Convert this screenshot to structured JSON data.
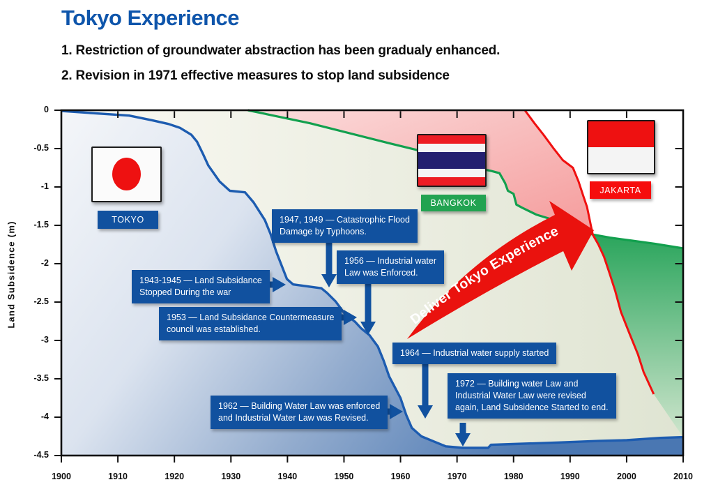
{
  "header": {
    "title": "Tokyo Experience",
    "point1": "1. Restriction of groundwater abstraction has been gradualy enhanced.",
    "point2": "2. Revision in 1971 effective measures to stop land subsidence"
  },
  "city_labels": {
    "tokyo": "TOKYO",
    "bangkok": "BANGKOK",
    "jakarta": "JAKARTA"
  },
  "arrow_label": "Deliver Tokyo Experience",
  "annotations": [
    {
      "text": "1943-1945 — Land Subsidance\nStopped During the war"
    },
    {
      "text": "1947, 1949 — Catastrophic Flood\nDamage by Typhoons."
    },
    {
      "text": "1953 — Land Subsidance Countermeasure\ncouncil was established."
    },
    {
      "text": "1956 — Industrial water\nLaw was Enforced."
    },
    {
      "text": "1962 — Building Water Law was enforced\nand Industrial Water Law was Revised."
    },
    {
      "text": "1964 — Industrial water supply started"
    },
    {
      "text": "1972 — Building water Law and\nIndustrial Water Law were revised\nagain, Land Subsidence Started to end."
    }
  ],
  "colors": {
    "title_blue": "#0e55ab",
    "annotation_box_blue": "#11519f",
    "bangkok_label_green": "#22a351",
    "jakarta_label_red": "#f60d0d",
    "big_arrow_red": "#ea120e"
  },
  "chart_data": {
    "type": "area",
    "title": "Tokyo Experience",
    "xlabel": "",
    "ylabel": "Land Subsidence (m)",
    "xlim": [
      1900,
      2010
    ],
    "ylim": [
      -4.5,
      0
    ],
    "grid": false,
    "x_ticks": [
      "1900",
      "1910",
      "1920",
      "1930",
      "1940",
      "1950",
      "1960",
      "1970",
      "1980",
      "1990",
      "2000",
      "2010"
    ],
    "y_ticks": [
      "0",
      "-0.5",
      "-1",
      "-1.5",
      "-2",
      "-2.5",
      "-3",
      "-3.5",
      "-4",
      "-4.5"
    ],
    "series": [
      {
        "name": "Tokyo",
        "color": "#1d5cb0",
        "points": [
          [
            1900,
            -0.01
          ],
          [
            1906,
            -0.04
          ],
          [
            1912,
            -0.07
          ],
          [
            1916,
            -0.13
          ],
          [
            1919,
            -0.18
          ],
          [
            1921,
            -0.23
          ],
          [
            1923,
            -0.32
          ],
          [
            1924,
            -0.41
          ],
          [
            1925,
            -0.56
          ],
          [
            1926,
            -0.72
          ],
          [
            1928,
            -0.93
          ],
          [
            1929.8,
            -1.05
          ],
          [
            1932.5,
            -1.07
          ],
          [
            1934,
            -1.2
          ],
          [
            1936,
            -1.43
          ],
          [
            1937,
            -1.61
          ],
          [
            1938,
            -1.84
          ],
          [
            1939.9,
            -2.2
          ],
          [
            1941,
            -2.27
          ],
          [
            1946,
            -2.32
          ],
          [
            1947,
            -2.38
          ],
          [
            1948.5,
            -2.49
          ],
          [
            1950,
            -2.64
          ],
          [
            1951,
            -2.7
          ],
          [
            1952,
            -2.76
          ],
          [
            1953,
            -2.84
          ],
          [
            1954.5,
            -2.93
          ],
          [
            1956,
            -3.08
          ],
          [
            1957,
            -3.26
          ],
          [
            1958,
            -3.47
          ],
          [
            1960,
            -3.75
          ],
          [
            1961,
            -3.97
          ],
          [
            1962,
            -4.14
          ],
          [
            1963.7,
            -4.25
          ],
          [
            1966,
            -4.32
          ],
          [
            1968,
            -4.38
          ],
          [
            1971,
            -4.4
          ],
          [
            1975.5,
            -4.4
          ],
          [
            1976,
            -4.36
          ],
          [
            1980,
            -4.35
          ],
          [
            1988,
            -4.33
          ],
          [
            1995,
            -4.31
          ],
          [
            2000,
            -4.3
          ],
          [
            2006,
            -4.27
          ],
          [
            2010,
            -4.26
          ]
        ]
      },
      {
        "name": "Bangkok",
        "color": "#12a04e",
        "points": [
          [
            1933,
            0
          ],
          [
            1944,
            -0.17
          ],
          [
            1958,
            -0.43
          ],
          [
            1963,
            -0.52
          ],
          [
            1970,
            -0.7
          ],
          [
            1976,
            -0.79
          ],
          [
            1977.5,
            -0.82
          ],
          [
            1978.5,
            -0.95
          ],
          [
            1979,
            -1.05
          ],
          [
            1980,
            -1.09
          ],
          [
            1980.5,
            -1.23
          ],
          [
            1981.5,
            -1.27
          ],
          [
            1984,
            -1.36
          ],
          [
            1988,
            -1.45
          ],
          [
            1994,
            -1.62
          ],
          [
            1997,
            -1.66
          ],
          [
            2001,
            -1.7
          ],
          [
            2005,
            -1.74
          ],
          [
            2010,
            -1.8
          ]
        ]
      },
      {
        "name": "Jakarta",
        "color": "#f01010",
        "points": [
          [
            1982,
            0
          ],
          [
            1983.7,
            -0.17
          ],
          [
            1985.3,
            -0.32
          ],
          [
            1987,
            -0.49
          ],
          [
            1988.7,
            -0.65
          ],
          [
            1990.5,
            -0.75
          ],
          [
            1991.5,
            -0.93
          ],
          [
            1992.3,
            -1.11
          ],
          [
            1993,
            -1.26
          ],
          [
            1994,
            -1.62
          ],
          [
            1995,
            -1.75
          ],
          [
            1996,
            -1.91
          ],
          [
            1997,
            -2.13
          ],
          [
            1998,
            -2.36
          ],
          [
            1999,
            -2.63
          ],
          [
            2000.5,
            -2.91
          ],
          [
            2002,
            -3.18
          ],
          [
            2003,
            -3.41
          ],
          [
            2004.8,
            -3.7
          ]
        ]
      }
    ]
  }
}
